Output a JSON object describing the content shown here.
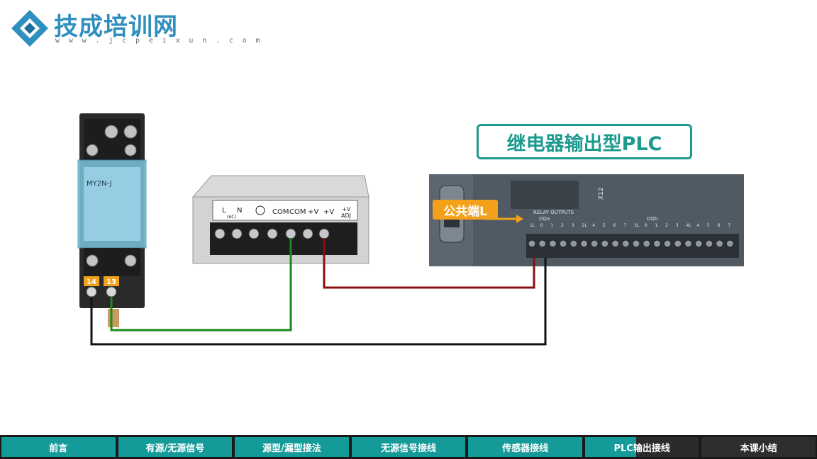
{
  "logo": {
    "name": "技成培训网",
    "url": "w w w . j c p e i x u n . c o m"
  },
  "plc_title": "继电器输出型PLC",
  "common_label": "公共端L",
  "relay": {
    "model": "MY2N-J",
    "terminal_left": "14",
    "terminal_right": "13"
  },
  "power_supply": {
    "terminal_labels": [
      "L",
      "N",
      "COM",
      "COM",
      "+V",
      "+V",
      "+V"
    ],
    "ac_label": "(AC)",
    "adj_label": "ADJ"
  },
  "plc": {
    "relay_outputs_label": "RELAY OUTPUTS",
    "group_a": "DQa",
    "group_b": "DQb",
    "terminals": [
      "1L",
      "0",
      "1",
      "2",
      "3",
      "2L",
      "4",
      "5",
      "6",
      "7",
      "3L",
      "0",
      "1",
      "2",
      "3",
      "4L",
      "4",
      "5",
      "6",
      "7"
    ],
    "port_label": "X12"
  },
  "colors": {
    "green_wire": "#1a8a1a",
    "red_wire": "#8b0d0d",
    "black_wire": "#111111",
    "accent": "#1c9a8e",
    "label_orange": "#f3a11b"
  },
  "nav": {
    "tabs": [
      "前言",
      "有源/无源信号",
      "源型/漏型接法",
      "无源信号接线",
      "传感器接线",
      "PLC输出接线",
      "本课小结"
    ]
  }
}
